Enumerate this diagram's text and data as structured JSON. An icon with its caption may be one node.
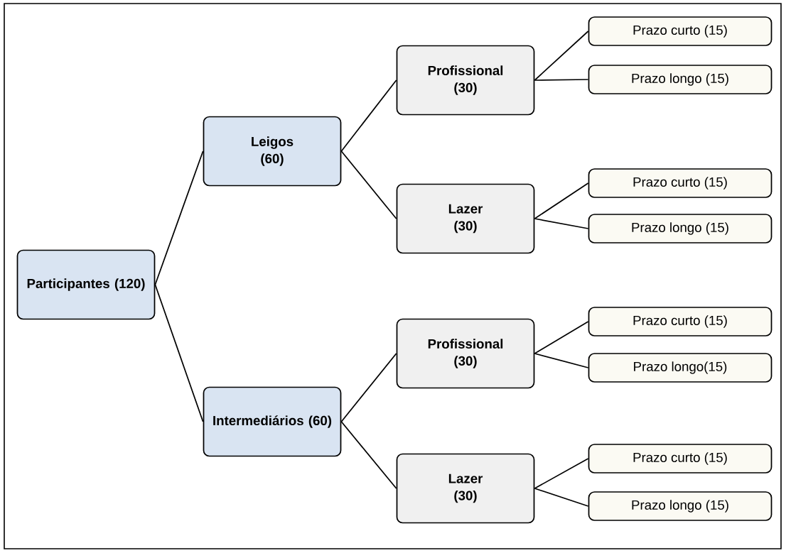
{
  "diagram": {
    "nodes": [
      {
        "text": [
          "Participantes (120)"
        ]
      },
      {
        "text": [
          "Leigos (60)"
        ]
      },
      {
        "text": [
          "Intermediários (60)"
        ]
      },
      {
        "text": [
          "Profissional (30)"
        ]
      },
      {
        "text": [
          "Lazer (30)"
        ]
      },
      {
        "text": [
          "Profissional (30)"
        ]
      },
      {
        "text": [
          "Lazer (30)"
        ]
      },
      {
        "text": [
          "Prazo curto (15)"
        ]
      },
      {
        "text": [
          "Prazo longo (15)"
        ]
      },
      {
        "text": [
          "Prazo curto (15)"
        ]
      },
      {
        "text": [
          "Prazo longo (15)"
        ]
      },
      {
        "text": [
          "Prazo curto (15)"
        ]
      },
      {
        "text": [
          "Prazo longo(15)"
        ]
      },
      {
        "text": [
          "Prazo curto (15)"
        ]
      },
      {
        "text": [
          "Prazo longo (15)"
        ]
      }
    ],
    "edges": [
      {
        "from": 0,
        "to": 1,
        "arrow": "none"
      },
      {
        "from": 0,
        "to": 2,
        "arrow": "none"
      },
      {
        "from": 1,
        "to": 3,
        "arrow": "none"
      },
      {
        "from": 1,
        "to": 4,
        "arrow": "none"
      },
      {
        "from": 2,
        "to": 5,
        "arrow": "none"
      },
      {
        "from": 2,
        "to": 6,
        "arrow": "none"
      },
      {
        "from": 3,
        "to": 7,
        "arrow": "none"
      },
      {
        "from": 3,
        "to": 8,
        "arrow": "none"
      },
      {
        "from": 4,
        "to": 9,
        "arrow": "none"
      },
      {
        "from": 4,
        "to": 10,
        "arrow": "none"
      },
      {
        "from": 5,
        "to": 11,
        "arrow": "none"
      },
      {
        "from": 5,
        "to": 12,
        "arrow": "none"
      },
      {
        "from": 6,
        "to": 13,
        "arrow": "none"
      },
      {
        "from": 6,
        "to": 14,
        "arrow": "none"
      }
    ]
  }
}
